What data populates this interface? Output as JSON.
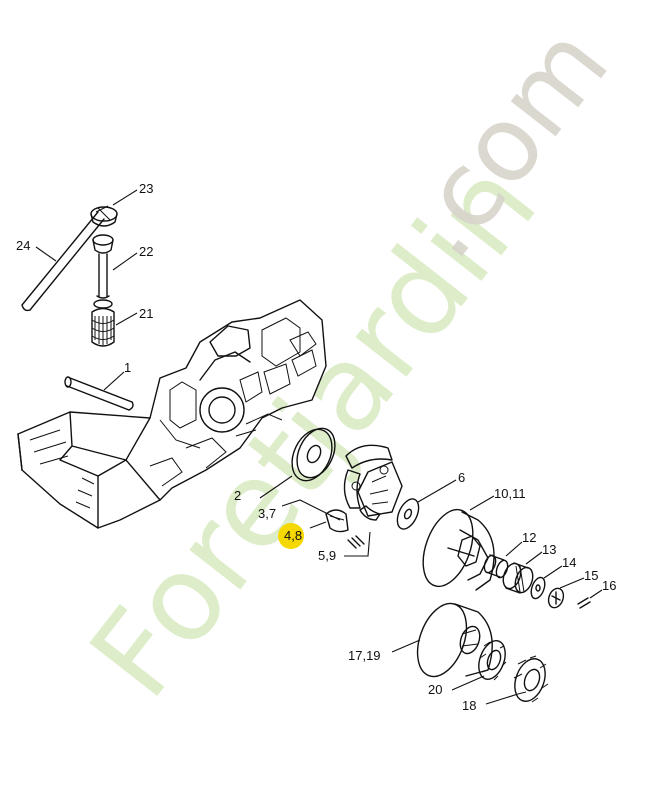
{
  "watermark": {
    "brand_green": "Foretjardin",
    "brand_grey": ".com",
    "green_color": "#cfe6ad",
    "grey_color": "#cfcac0"
  },
  "highlight": {
    "color": "#f5d800",
    "label": "4,8"
  },
  "labels": {
    "l23": "23",
    "l24": "24",
    "l22": "22",
    "l21": "21",
    "l1": "1",
    "l2": "2",
    "l37": "3,7",
    "l48": "4,8",
    "l59": "5,9",
    "l6": "6",
    "l1011": "10,11",
    "l12": "12",
    "l13": "13",
    "l14": "14",
    "l15": "15",
    "l16": "16",
    "l1719": "17,19",
    "l20": "20",
    "l18": "18"
  }
}
